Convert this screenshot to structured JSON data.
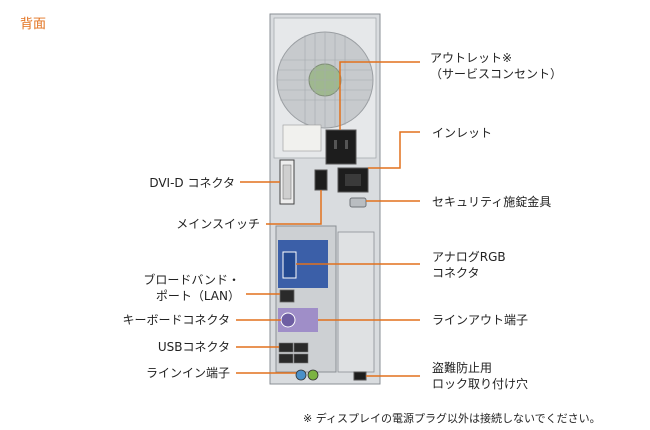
{
  "section_title": "背面",
  "labels": {
    "outlet": "アウトレット※\n（サービスコンセント）",
    "inlet": "インレット",
    "dvi": "DVI-D コネクタ",
    "main_switch": "メインスイッチ",
    "security_lock": "セキュリティ施錠金具",
    "analog_rgb": "アナログRGB\nコネクタ",
    "broadband": "ブロードバンド・\nポート（LAN）",
    "keyboard": "キーボードコネクタ",
    "line_out": "ラインアウト端子",
    "usb": "USBコネクタ",
    "line_in": "ラインイン端子",
    "anti_theft": "盗難防止用\nロック取り付け穴"
  },
  "footnote": "※ ディスプレイの電源プラグ以外は接続しないでください。",
  "colors": {
    "accent": "#e2711d",
    "leader": "#e2711d",
    "chassis": "#d9dcdf",
    "vga_blue": "#3b5fa8",
    "ps2_purple": "#9f8ec8",
    "audio_green": "#7cb342",
    "audio_blue": "#4a90c8"
  }
}
